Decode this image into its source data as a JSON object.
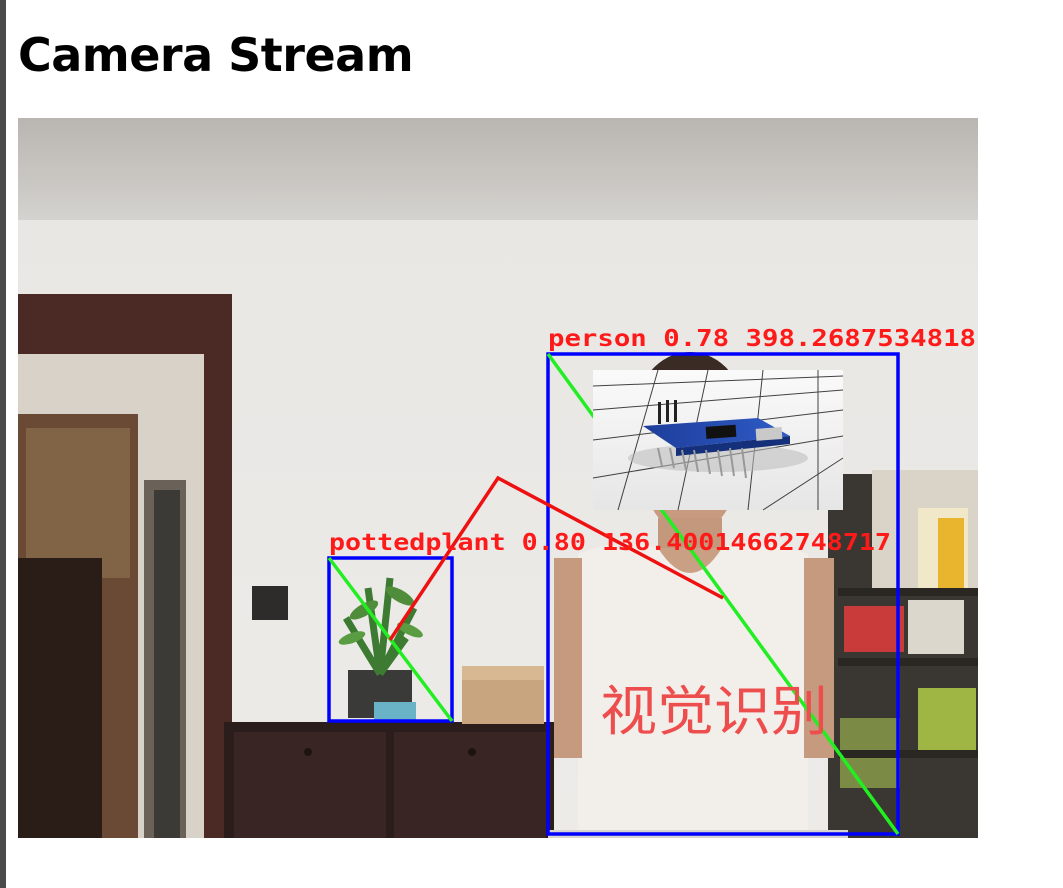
{
  "page": {
    "title": "Camera Stream"
  },
  "stream": {
    "overlay_text": "视觉识别",
    "detections": [
      {
        "label_text": "person 0.78 398.2687534818",
        "class": "person",
        "score": 0.78
      },
      {
        "label_text": "pottedplant 0.80 136.40014662748717",
        "class": "pottedplant",
        "score": 0.8
      }
    ],
    "colors": {
      "box": "#0000ff",
      "label": "#ff1a1a",
      "diagonal": "#22ee22",
      "connector": "#ee1111"
    },
    "inset_image": {
      "name": "arduino-nano-render"
    }
  }
}
